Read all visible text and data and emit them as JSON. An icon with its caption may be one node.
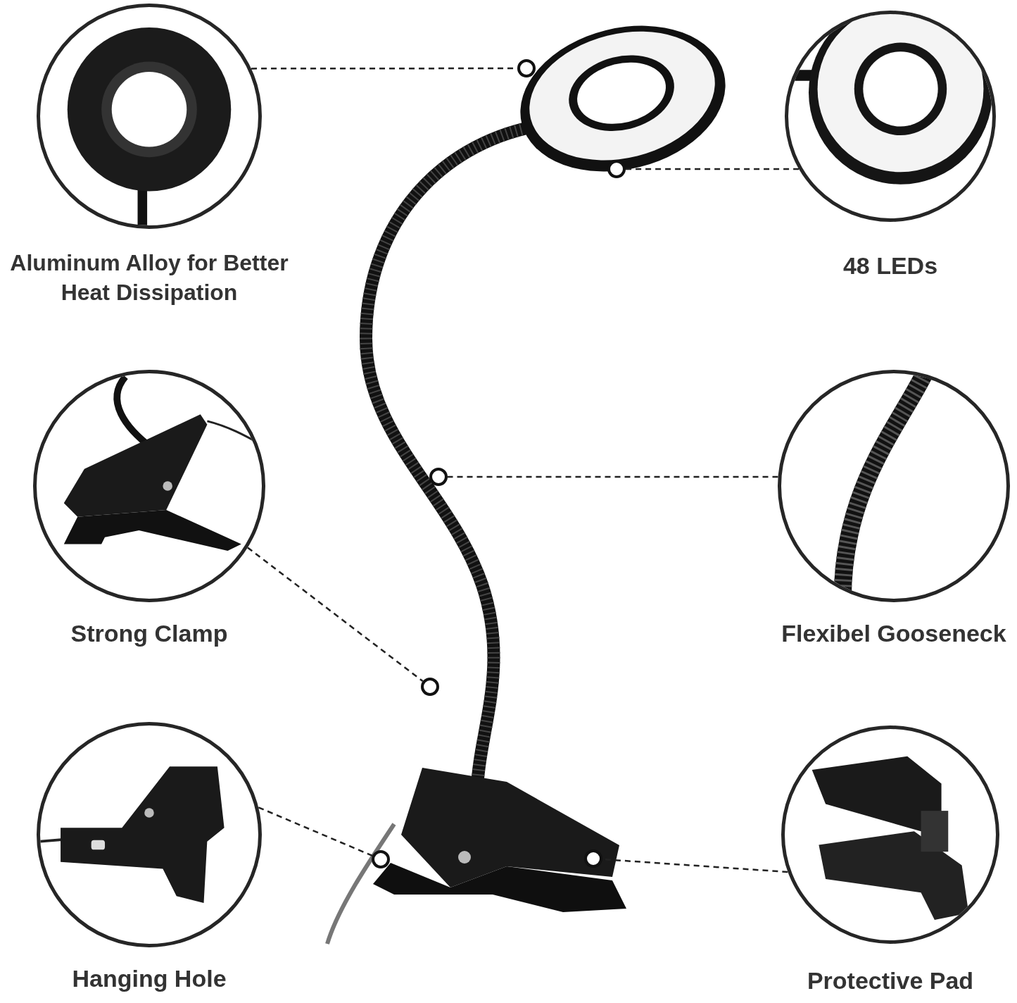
{
  "diagram": {
    "nodes": [
      {
        "text": [
          "Aluminum Alloy for Better Heat Dissipation"
        ]
      },
      {
        "text": [
          "48 LEDs"
        ]
      },
      {
        "text": [
          "Strong Clamp"
        ]
      },
      {
        "text": [
          "Flexibel Gooseneck"
        ]
      },
      {
        "text": [
          "Hanging Hole"
        ]
      },
      {
        "text": [
          "Protective Pad"
        ]
      },
      {
        "text": [],
        "shape": "circle"
      },
      {
        "text": [],
        "shape": "circle"
      },
      {
        "text": [],
        "shape": "circle"
      },
      {
        "text": [],
        "shape": "circle"
      },
      {
        "text": [],
        "shape": "circle"
      },
      {
        "text": [],
        "shape": "circle"
      }
    ],
    "edges": [
      {
        "from": 0,
        "to": 6,
        "arrow": "none",
        "style": "dashed"
      },
      {
        "from": 1,
        "to": 7,
        "arrow": "none",
        "style": "dashed"
      },
      {
        "from": 2,
        "to": 9,
        "arrow": "none",
        "style": "dashed"
      },
      {
        "from": 3,
        "to": 8,
        "arrow": "none",
        "style": "dashed"
      },
      {
        "from": 4,
        "to": 10,
        "arrow": "none",
        "style": "dashed"
      },
      {
        "from": 5,
        "to": 11,
        "arrow": "none",
        "style": "dashed"
      }
    ]
  }
}
